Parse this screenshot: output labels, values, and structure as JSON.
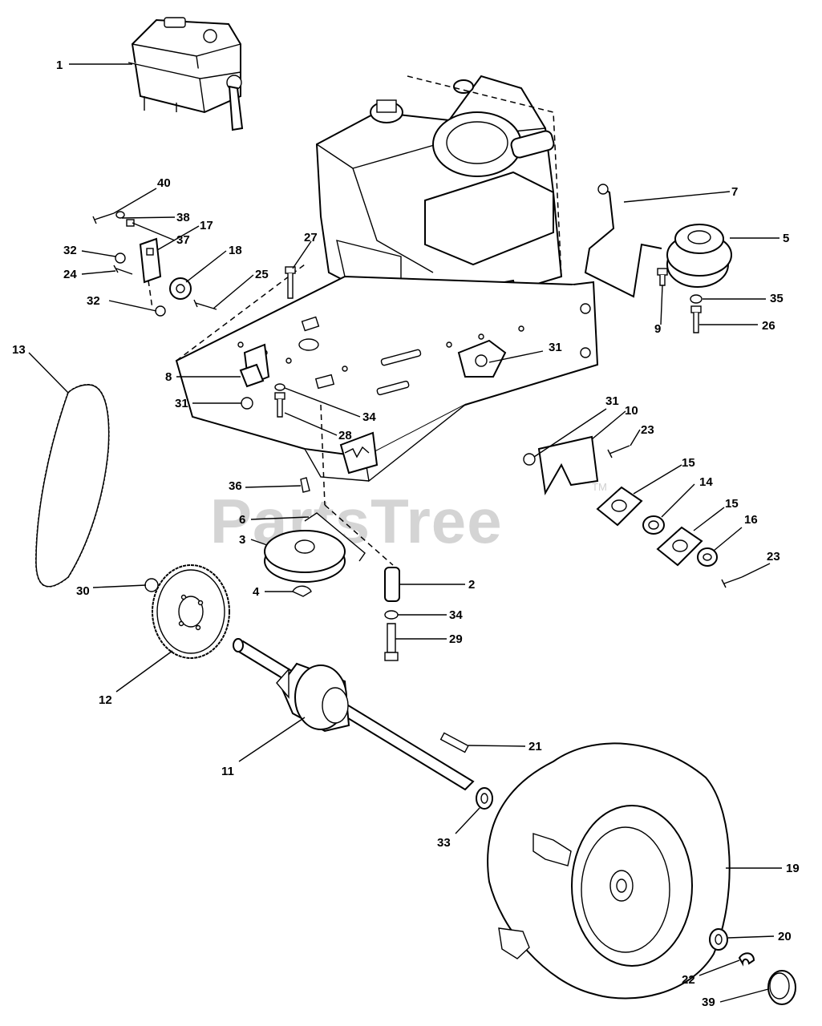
{
  "watermark": {
    "text": "PartsTree",
    "trademark": "TM"
  },
  "callouts": [
    "1",
    "2",
    "3",
    "4",
    "5",
    "6",
    "7",
    "8",
    "9",
    "10",
    "11",
    "12",
    "13",
    "14",
    "15",
    "16",
    "17",
    "18",
    "19",
    "20",
    "21",
    "22",
    "23",
    "24",
    "25",
    "26",
    "27",
    "28",
    "29",
    "30",
    "31",
    "32",
    "33",
    "34",
    "35",
    "36",
    "37",
    "38",
    "39",
    "40"
  ]
}
